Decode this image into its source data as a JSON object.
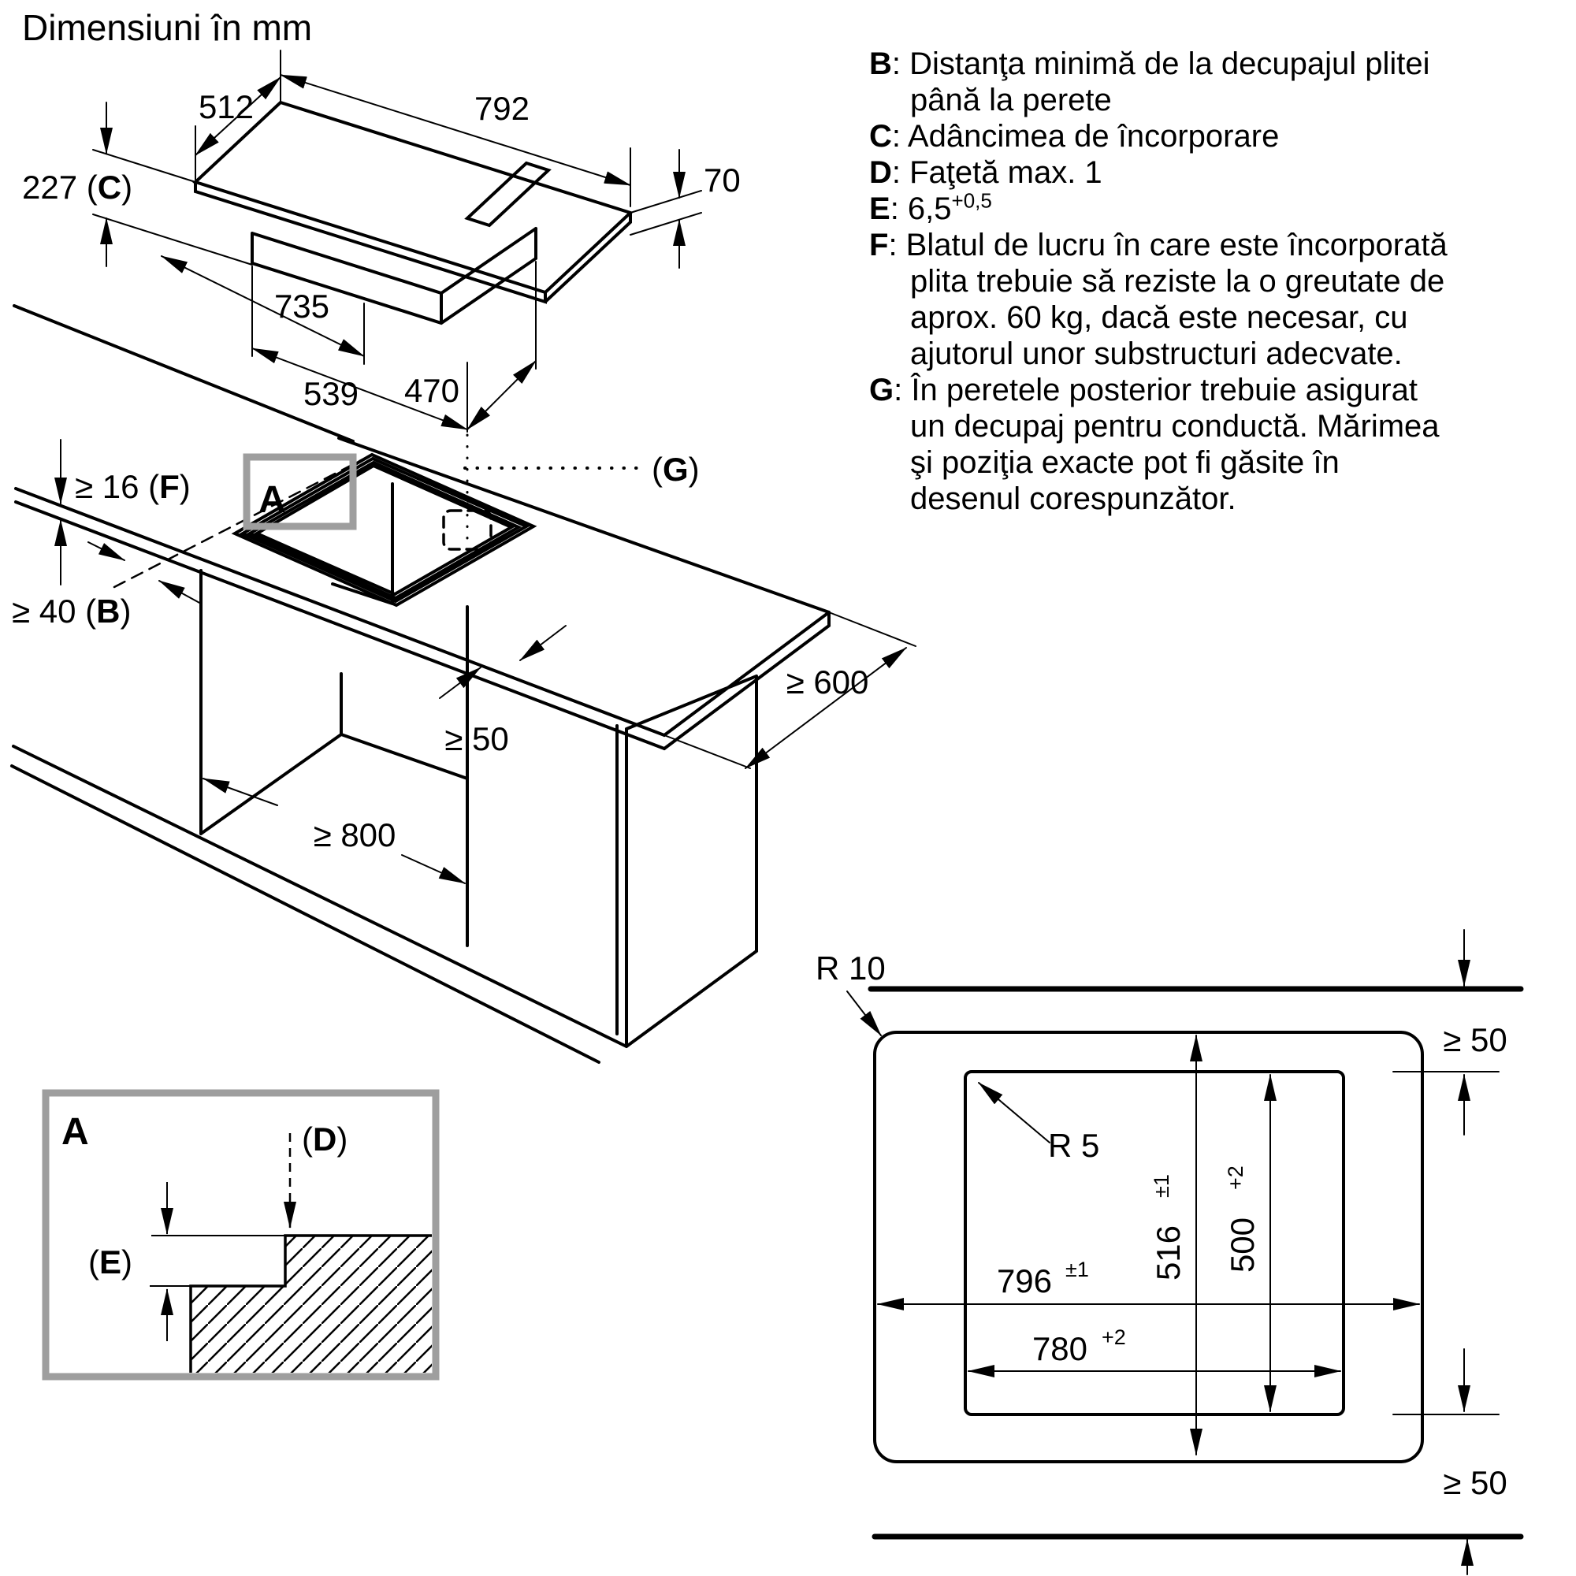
{
  "title": "Dimensiuni în mm",
  "legend": {
    "sep": ": ",
    "b_key": "B",
    "b_text": "Distanţa minimă de la decupajul plitei până la perete",
    "c_key": "C",
    "c_text": "Adâncimea de încorporare",
    "d_key": "D",
    "d_text": "Faţetă max. 1",
    "e_key": "E",
    "e_value": "6,5",
    "e_sup": "+0,5",
    "f_key": "F",
    "f_text": "Blatul de lucru în care este încorporată plita trebuie să reziste la o greutate de aprox. 60 kg, dacă este necesar, cu ajutorul unor substructuri adecvate.",
    "g_key": "G",
    "g_text": "În peretele posterior trebuie asigurat un decupaj pentru conductă. Mărimea şi poziţia exacte pot fi găsite în desenul corespunzător."
  },
  "top_view": {
    "d512": "512",
    "d792": "792",
    "d227": "227 (",
    "d227_key": "C",
    "d227_close": ")",
    "d70": "70",
    "d735": "735",
    "d539": "539",
    "d470": "470"
  },
  "mid_view": {
    "f16": "≥ 16 (",
    "f16_key": "F",
    "f16_close": ")",
    "b40": "≥ 40 (",
    "b40_key": "B",
    "b40_close": ")",
    "a_label": "A",
    "g_open": "(",
    "g_key": "G",
    "g_close": ")",
    "s50": "≥ 50",
    "s600": "≥ 600",
    "s800": "≥ 800"
  },
  "detail_a": {
    "a_label": "A",
    "d_open": "(",
    "d_key": "D",
    "d_close": ")",
    "e_open": "(",
    "e_key": "E",
    "e_close": ")"
  },
  "plan_view": {
    "r10": "R 10",
    "r5": "R 5",
    "s50_top": "≥ 50",
    "s50_bottom": "≥ 50",
    "w796": "796",
    "w796_sup": "±1",
    "w780": "780",
    "w780_sup": "+2",
    "h516": "516",
    "h516_sup": "±1",
    "h500": "500",
    "h500_sup": "+2"
  },
  "colors": {
    "line": "#000000",
    "highlight_box": "#9e9e9e"
  }
}
